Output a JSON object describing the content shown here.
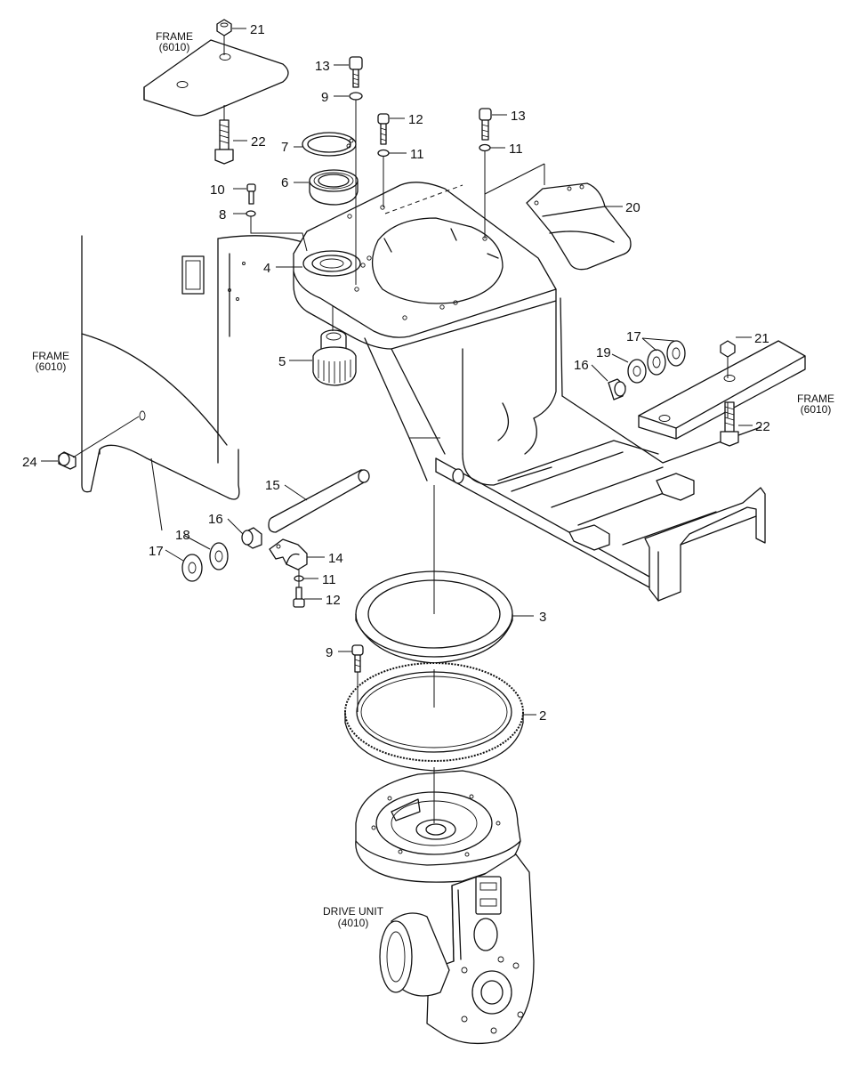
{
  "callouts": {
    "c21a": "21",
    "c22a": "22",
    "c13a": "13",
    "c9a": "9",
    "c7": "7",
    "c6": "6",
    "c12a": "12",
    "c11a": "11",
    "c13b": "13",
    "c11b": "11",
    "c10": "10",
    "c8": "8",
    "c20": "20",
    "c4": "4",
    "c5": "5",
    "c17a": "17",
    "c19": "19",
    "c16a": "16",
    "c21b": "21",
    "c22b": "22",
    "c24": "24",
    "c15": "15",
    "c16b": "16",
    "c18": "18",
    "c17b": "17",
    "c14": "14",
    "c11c": "11",
    "c12b": "12",
    "c3": "3",
    "c9b": "9",
    "c2": "2"
  },
  "labels": {
    "frame_top": {
      "line1": "FRAME",
      "line2": "(6010)"
    },
    "frame_left": {
      "line1": "FRAME",
      "line2": "(6010)"
    },
    "frame_right": {
      "line1": "FRAME",
      "line2": "(6010)"
    },
    "drive_unit": {
      "line1": "DRIVE UNIT",
      "line2": "(4010)"
    }
  }
}
